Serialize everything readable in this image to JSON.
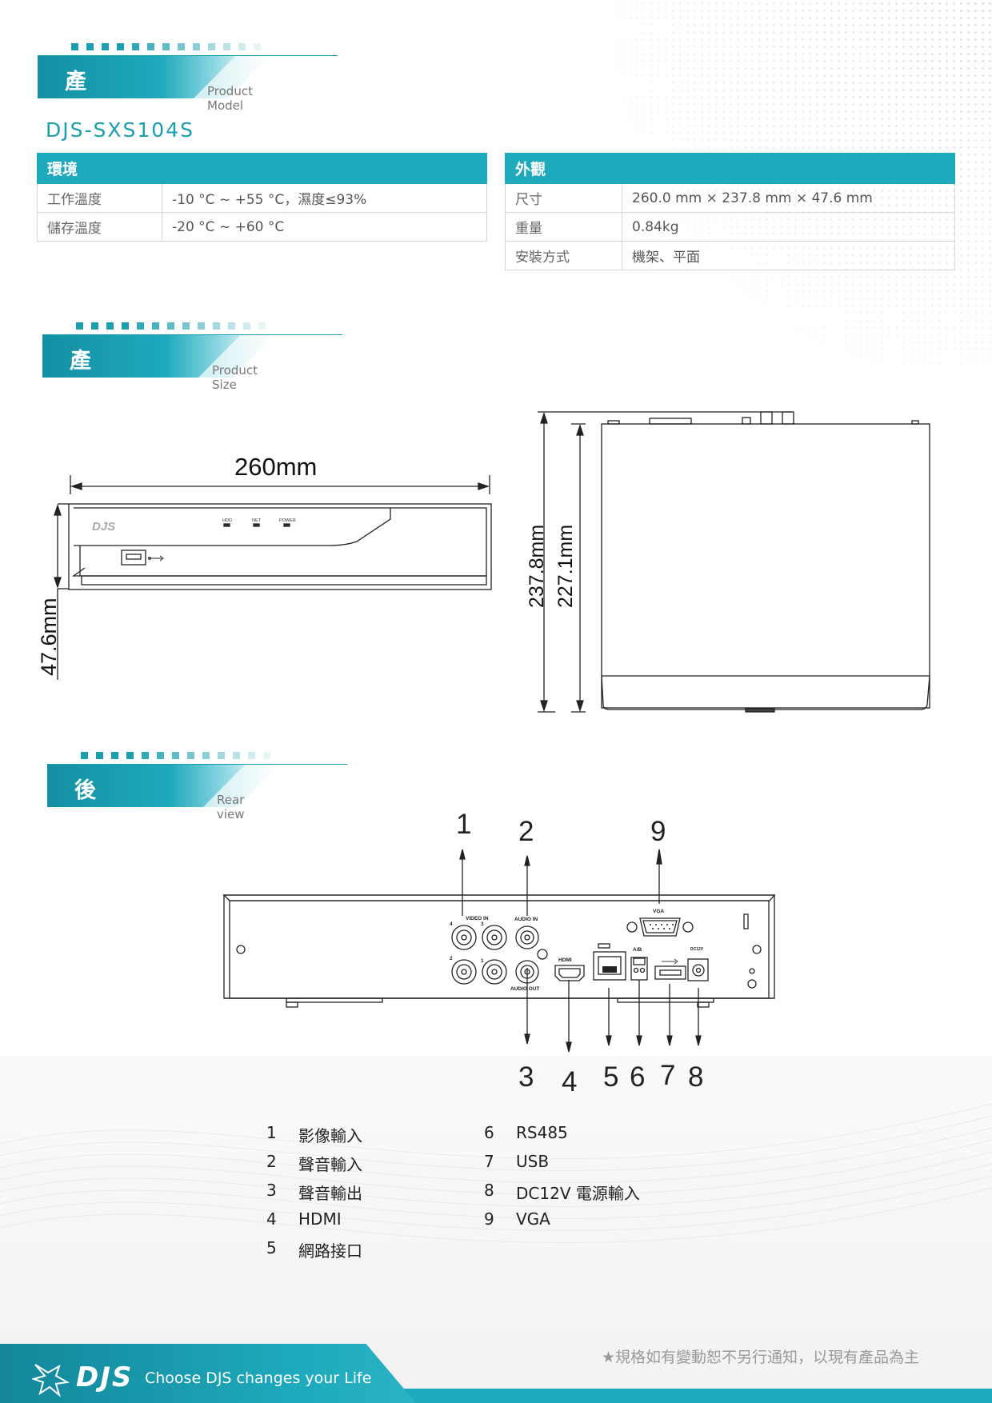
{
  "sections": {
    "spec": {
      "title": "產品規格",
      "subtitle": "Product Model"
    },
    "size": {
      "title": "產品尺寸",
      "subtitle": "Product Size"
    },
    "rear": {
      "title": "後視圖",
      "subtitle": "Rear view"
    }
  },
  "model": "DJS-SXS104S",
  "env_table": {
    "header": "環境",
    "rows": [
      {
        "label": "工作溫度",
        "value": "-10 °C ~ +55 °C，濕度≤93%"
      },
      {
        "label": "儲存溫度",
        "value": "-20 °C ~ +60 °C"
      }
    ]
  },
  "look_table": {
    "header": "外觀",
    "rows": [
      {
        "label": "尺寸",
        "value": "260.0 mm × 237.8 mm × 47.6 mm"
      },
      {
        "label": "重量",
        "value": "0.84kg"
      },
      {
        "label": "安裝方式",
        "value": "機架、平面"
      }
    ]
  },
  "dimensions": {
    "width": "260mm",
    "height": "47.6mm",
    "depth_total": "237.8mm",
    "depth_body": "227.1mm"
  },
  "front_panel": {
    "brand": "DJS",
    "leds": [
      "HDD",
      "NET",
      "POWER"
    ]
  },
  "rear_panel": {
    "labels": {
      "video_in": "VIDEO IN",
      "audio_in": "AUDIO IN",
      "audio_out": "AUDIO OUT",
      "vga": "VGA",
      "hdmi": "HDMI",
      "ab": "A/B",
      "dc": "DC12V"
    },
    "channel_numbers": [
      "4",
      "3",
      "2",
      "1"
    ],
    "callouts": [
      "1",
      "2",
      "9",
      "3",
      "4",
      "5",
      "6",
      "7",
      "8"
    ]
  },
  "legend": {
    "left": [
      {
        "num": "1",
        "text": "影像輸入"
      },
      {
        "num": "2",
        "text": "聲音輸入"
      },
      {
        "num": "3",
        "text": "聲音輸出"
      },
      {
        "num": "4",
        "text": "HDMI"
      },
      {
        "num": "5",
        "text": "網路接口"
      }
    ],
    "right": [
      {
        "num": "6",
        "text": "RS485"
      },
      {
        "num": "7",
        "text": "USB"
      },
      {
        "num": "8",
        "text": "DC12V 電源輸入"
      },
      {
        "num": "9",
        "text": "VGA"
      }
    ]
  },
  "footer": {
    "brand": "DJS",
    "slogan": "Choose  DJS  changes your Life",
    "notice": "★規格如有變動恕不另行通知，以現有產品為主"
  },
  "colors": {
    "accent": "#1ea9bc",
    "accent_dark": "#148fa3"
  }
}
